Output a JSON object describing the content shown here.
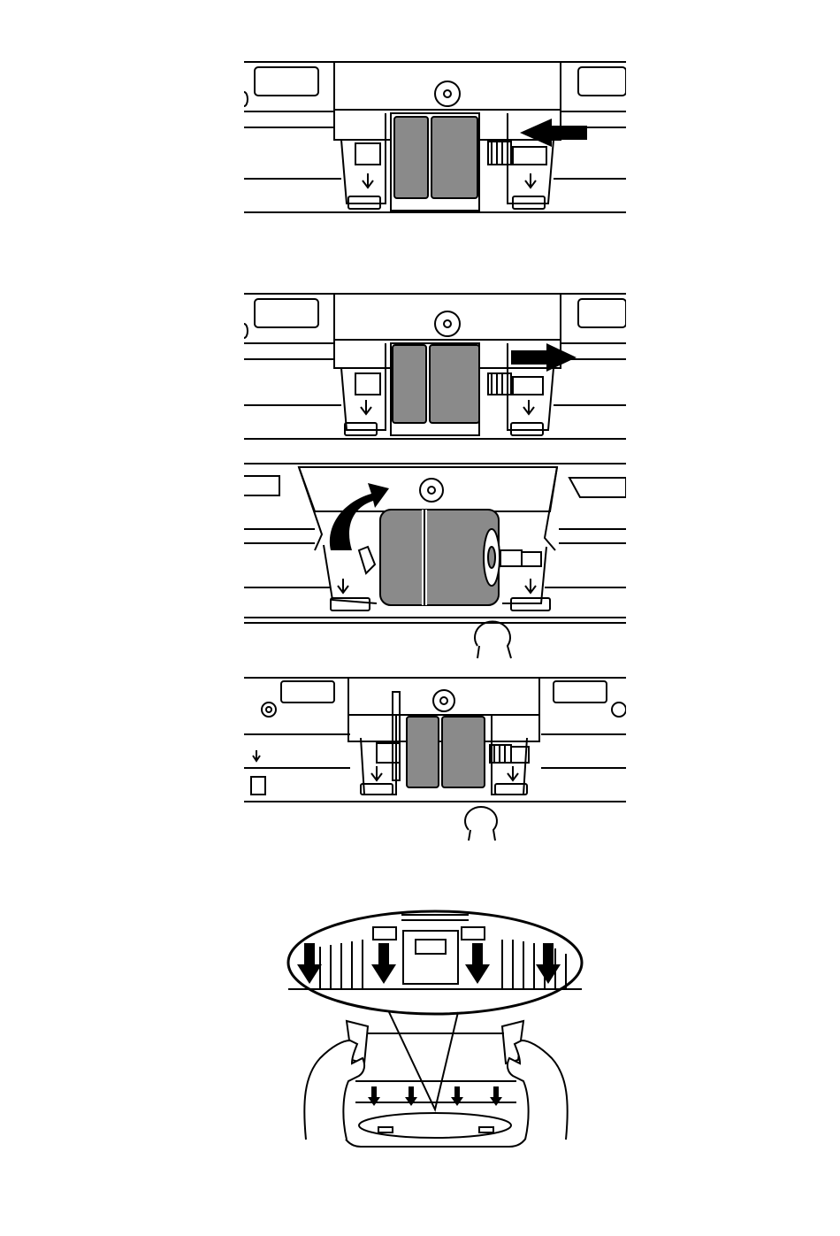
{
  "page": {
    "background": "#ffffff",
    "line_color": "#000000",
    "roller_color": "#8a8a8a",
    "skin_color": "#ffffff"
  },
  "figures": [
    {
      "id": "step-push-shaft",
      "arrow_direction": "left"
    },
    {
      "id": "step-slide-shaft",
      "arrow_direction": "right"
    },
    {
      "id": "step-rotate-roller",
      "arrow_direction": "curved-up"
    },
    {
      "id": "step-roller-installed",
      "arrow_direction": "none"
    },
    {
      "id": "step-close-cover",
      "arrow_direction": "down"
    }
  ]
}
